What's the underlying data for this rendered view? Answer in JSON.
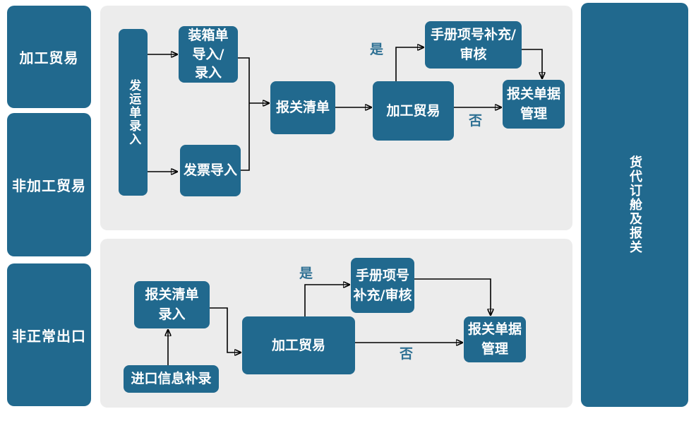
{
  "sidebar": {
    "items": [
      {
        "label": "加工贸易"
      },
      {
        "label": "非加工贸易"
      },
      {
        "label": "非正常出口"
      }
    ]
  },
  "right_panel": {
    "label": "货代订舱及报关"
  },
  "top_flow": {
    "shipping_entry": "发运单录入",
    "packing_import": "装箱单\n导入/\n录入",
    "invoice_import": "发票导入",
    "declaration_list": "报关清单",
    "processing_trade": "加工贸易",
    "manual_item": "手册项号补充/\n审核",
    "declaration_docs": "报关单据\n管理",
    "yes_label": "是",
    "no_label": "否"
  },
  "bottom_flow": {
    "declaration_list_entry": "报关清单\n录入",
    "import_info": "进口信息补录",
    "processing_trade": "加工贸易",
    "manual_item": "手册项号\n补充/审核",
    "declaration_docs": "报关单据\n管理",
    "yes_label": "是",
    "no_label": "否"
  },
  "colors": {
    "node_blue": "#21698e",
    "panel_gray": "#ececec",
    "label_blue": "#2e7093",
    "arrow_black": "#000000",
    "node_text": "#ffffff"
  }
}
